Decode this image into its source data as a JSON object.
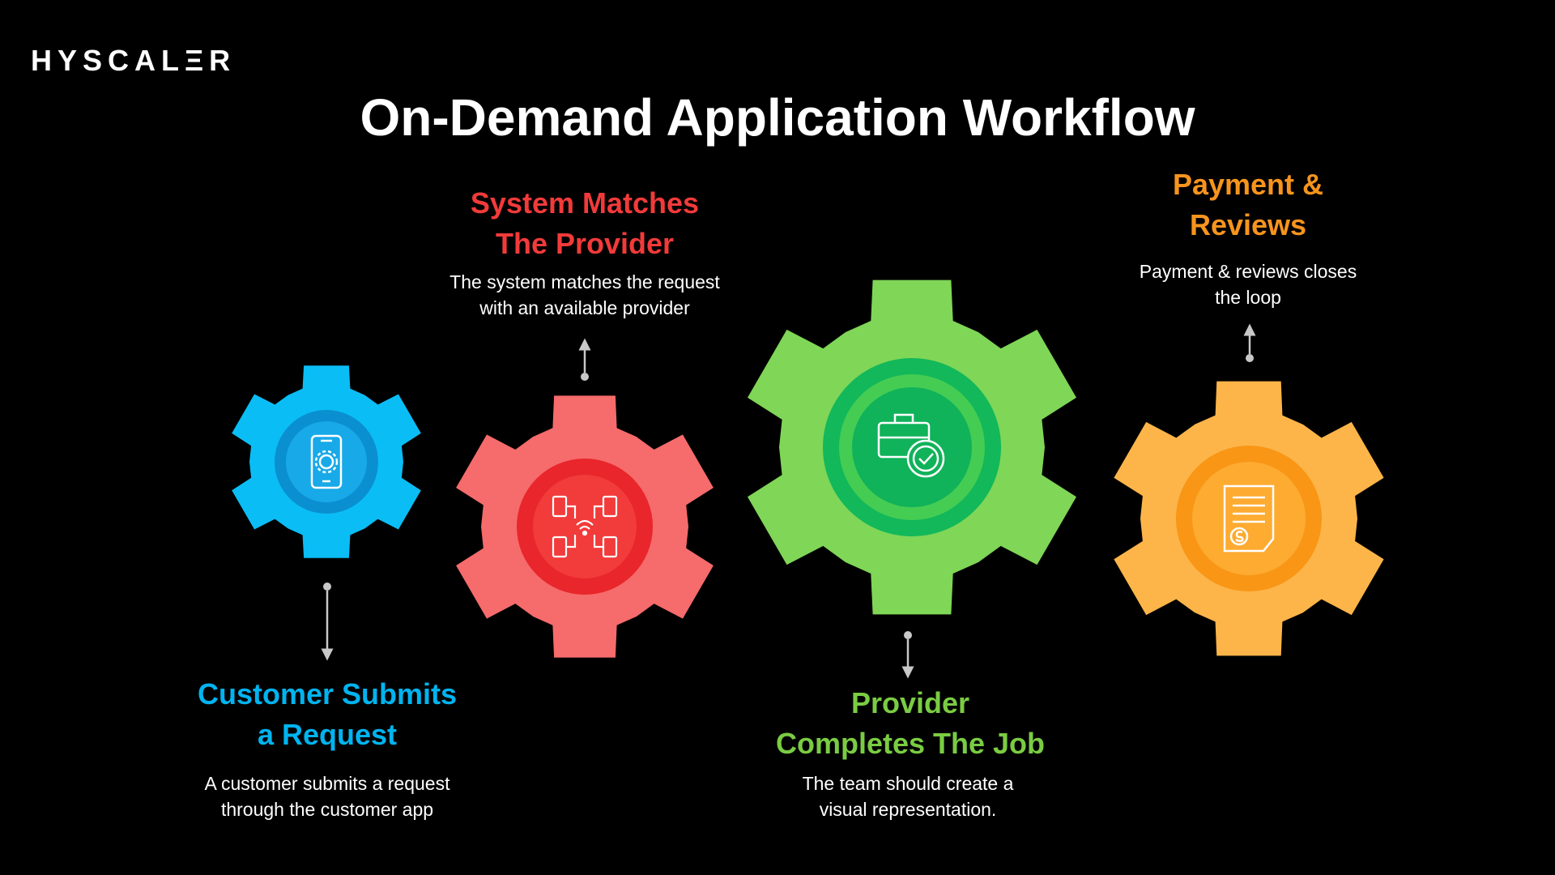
{
  "brand": {
    "logo_text": "HYSCALΞR"
  },
  "title": "On-Demand Application Workflow",
  "colors": {
    "step1": "#00b4f0",
    "step2": "#f23a3a",
    "step3": "#7acc42",
    "step4": "#f7941d"
  },
  "steps": [
    {
      "title_line1": "Customer Submits",
      "title_line2": "a Request",
      "desc_line1": "A customer submits a request",
      "desc_line2": "through the customer app",
      "icon": "smartphone-settings-icon"
    },
    {
      "title_line1": "System Matches",
      "title_line2": "The Provider",
      "desc_line1": "The system matches the request",
      "desc_line2": "with an available provider",
      "icon": "network-devices-icon"
    },
    {
      "title_line1": "Provider",
      "title_line2": "Completes The Job",
      "desc_line1": "The team should create a",
      "desc_line2": "visual representation.",
      "icon": "briefcase-check-icon"
    },
    {
      "title_line1": "Payment &",
      "title_line2": "Reviews",
      "desc_line1": "Payment & reviews closes",
      "desc_line2": "the loop",
      "icon": "invoice-dollar-icon"
    }
  ]
}
